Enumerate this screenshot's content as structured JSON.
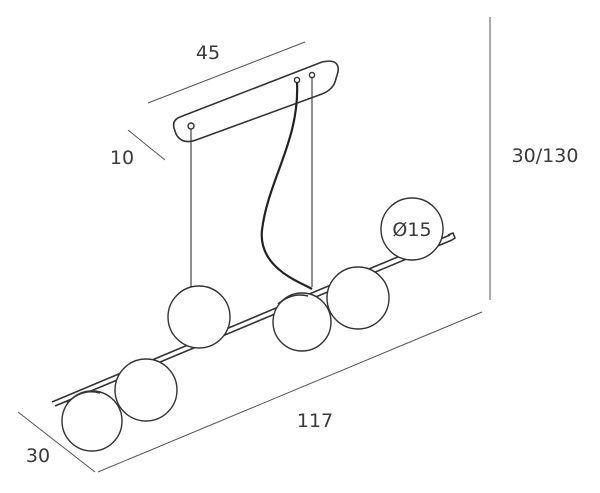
{
  "dimensions": {
    "canopy_length": "45",
    "canopy_width": "10",
    "height": "30/130",
    "globe_diameter": "Ø15",
    "bar_length": "117",
    "bar_width": "30"
  }
}
